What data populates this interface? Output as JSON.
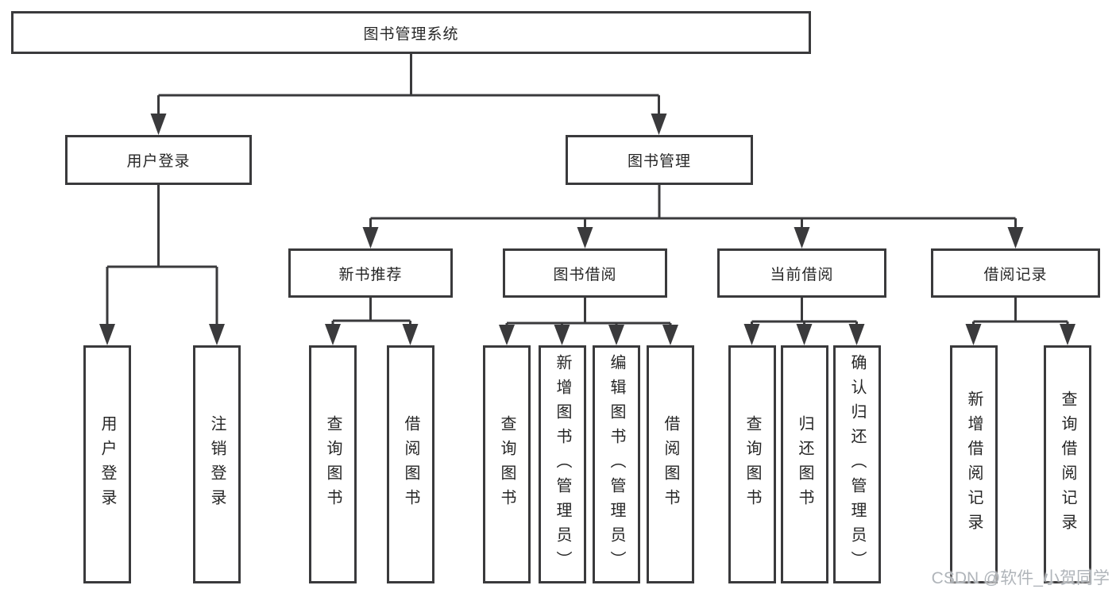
{
  "tree": {
    "root": {
      "label": "图书管理系统",
      "children": [
        {
          "label": "用户登录",
          "children": [
            {
              "label": "用户登录"
            },
            {
              "label": "注销登录"
            }
          ]
        },
        {
          "label": "图书管理",
          "children": [
            {
              "label": "新书推荐",
              "children": [
                {
                  "label": "查询图书"
                },
                {
                  "label": "借阅图书"
                }
              ]
            },
            {
              "label": "图书借阅",
              "children": [
                {
                  "label": "查询图书"
                },
                {
                  "label": "新增图书（管理员）"
                },
                {
                  "label": "编辑图书（管理员）"
                },
                {
                  "label": "借阅图书"
                }
              ]
            },
            {
              "label": "当前借阅",
              "children": [
                {
                  "label": "查询图书"
                },
                {
                  "label": "归还图书"
                },
                {
                  "label": "确认归还（管理员）"
                }
              ]
            },
            {
              "label": "借阅记录",
              "children": [
                {
                  "label": "新增借阅记录"
                },
                {
                  "label": "查询借阅记录"
                }
              ]
            }
          ]
        }
      ]
    }
  },
  "watermark": "CSDN @软件_小贺同学",
  "colors": {
    "line": "#3a3a3c",
    "text": "#262626",
    "watermark": "#b0b5ba"
  }
}
